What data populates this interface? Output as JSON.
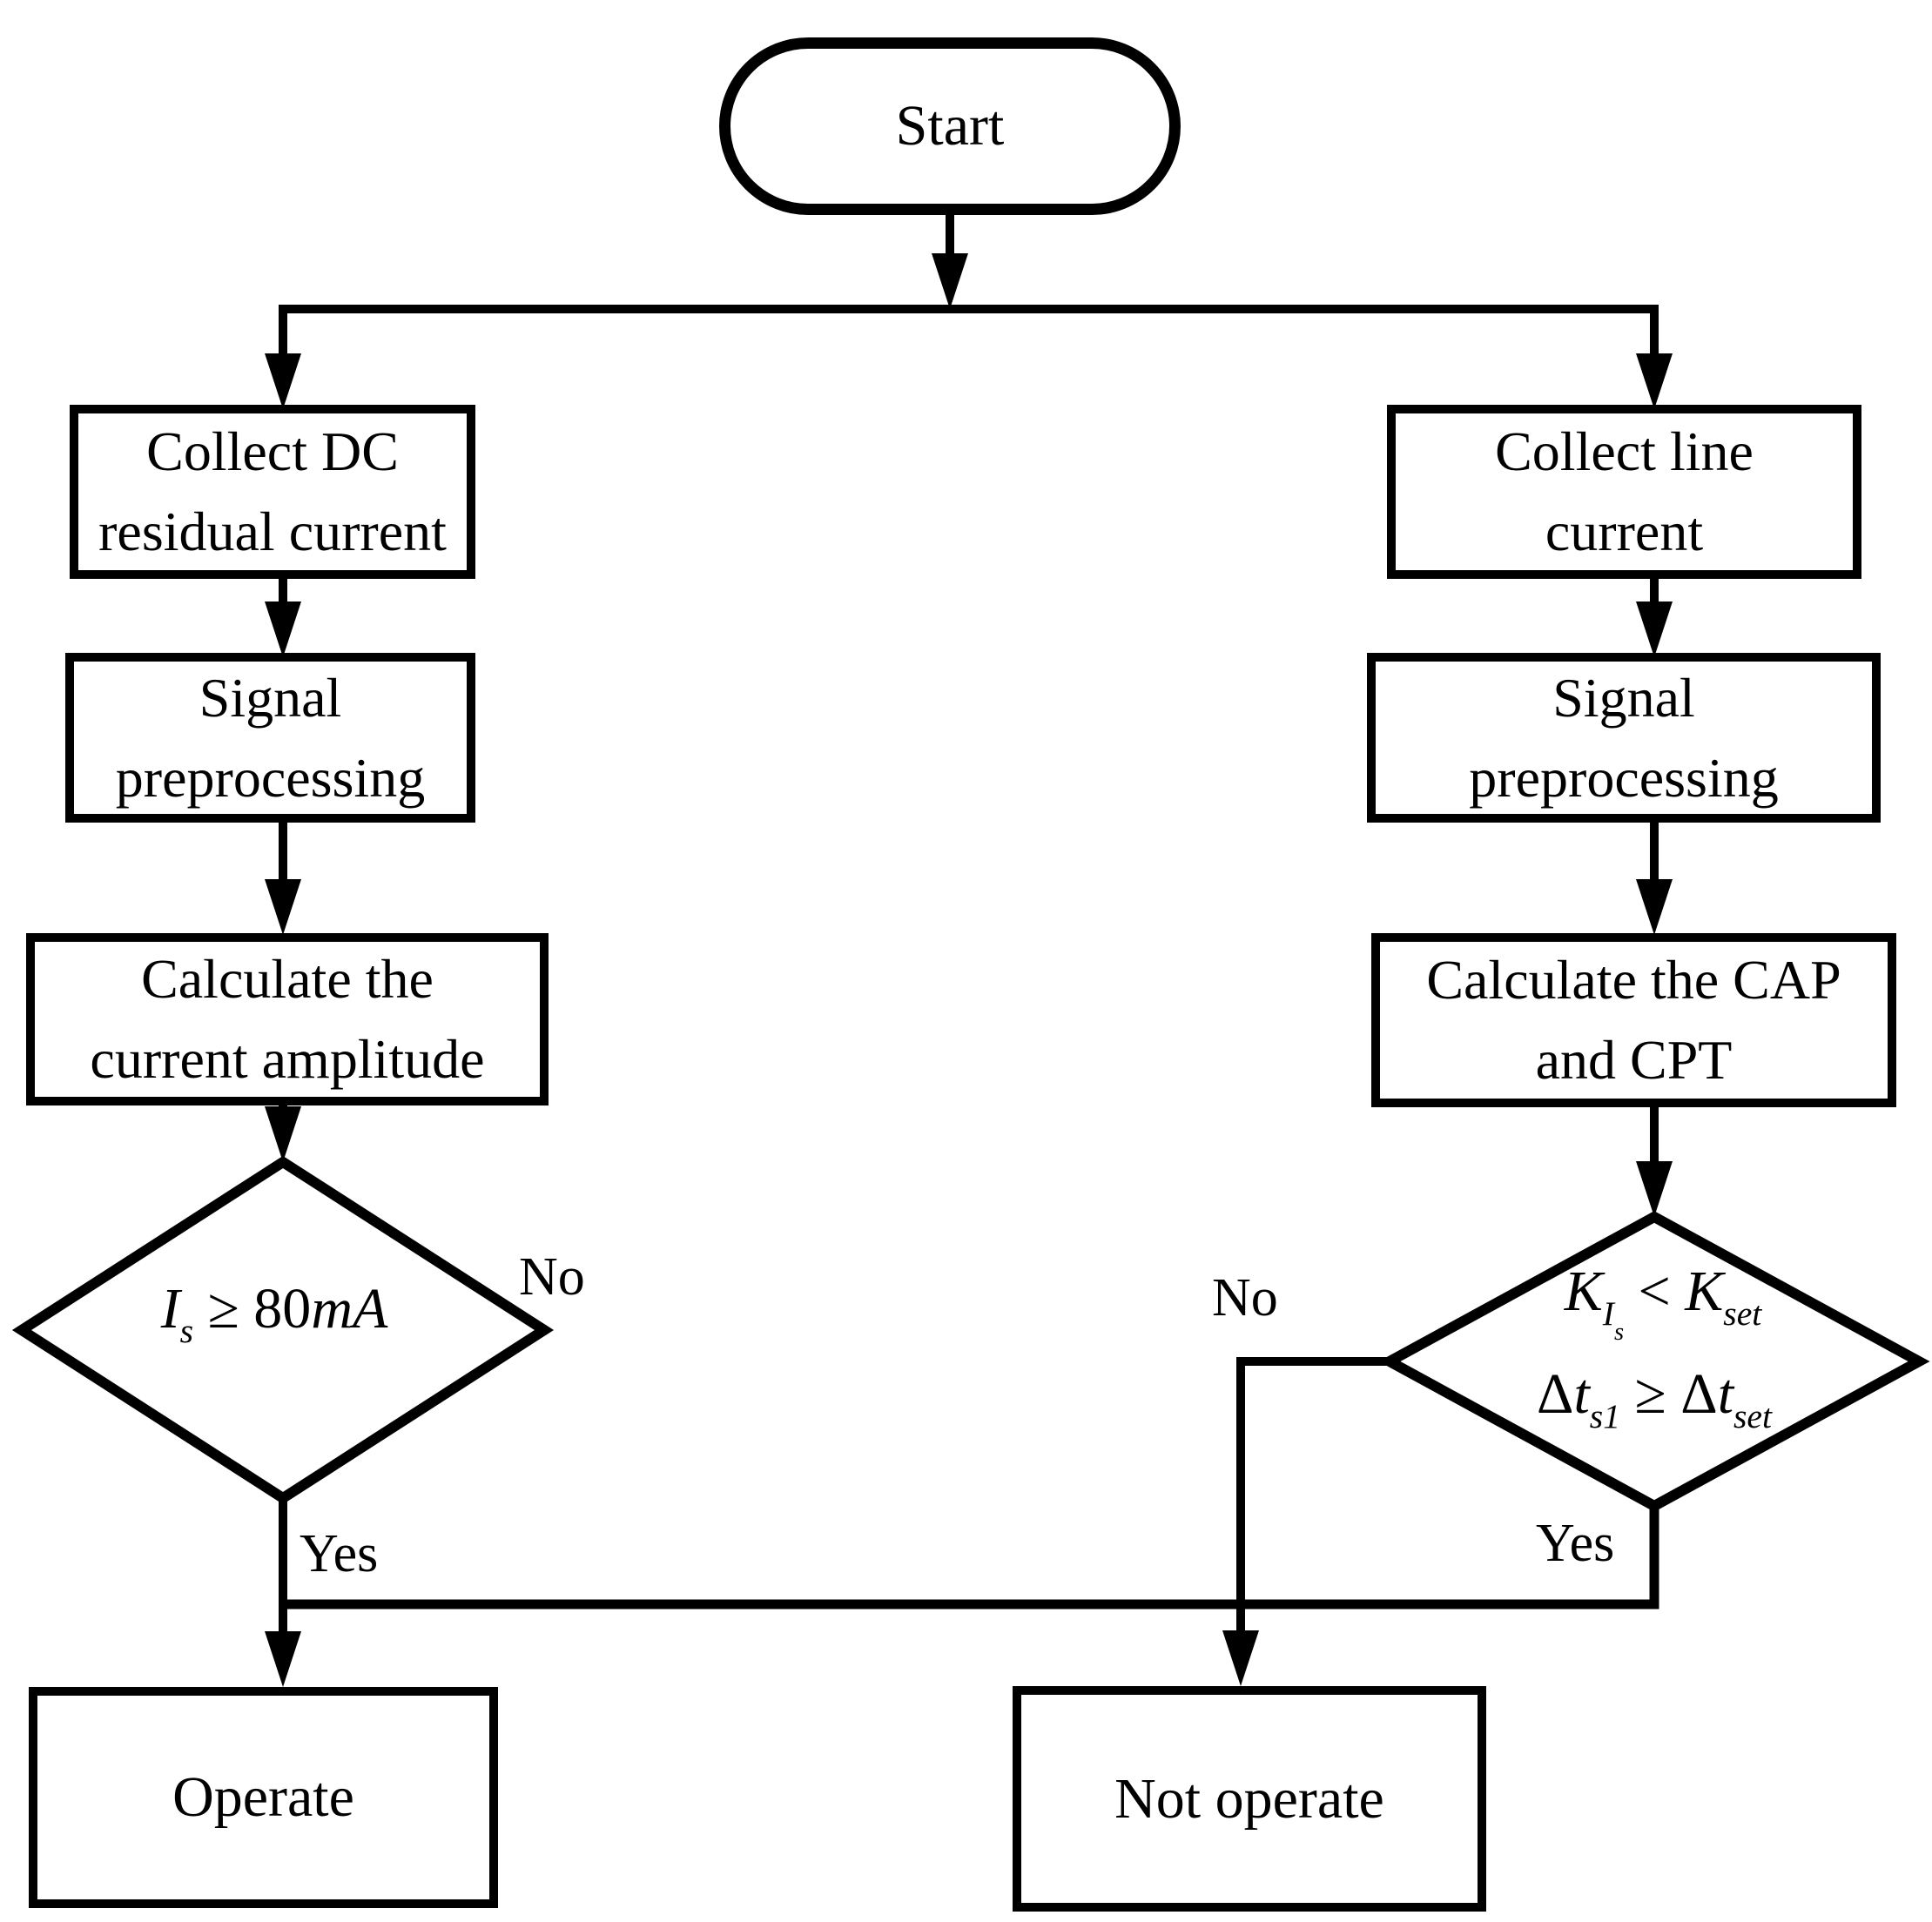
{
  "colors": {
    "ink": "#000000",
    "background": "#ffffff"
  },
  "nodes": {
    "start": {
      "label": "Start",
      "type": "terminator"
    },
    "collect_dc": {
      "line1": "Collect DC",
      "line2": "residual current",
      "type": "process"
    },
    "signal_prep_left": {
      "line1": "Signal",
      "line2": "preprocessing",
      "type": "process"
    },
    "calc_amplitude": {
      "line1": "Calculate the",
      "line2": "current amplitude",
      "type": "process"
    },
    "collect_line": {
      "line1": "Collect line",
      "line2": "current",
      "type": "process"
    },
    "signal_prep_right": {
      "line1": "Signal",
      "line2": "preprocessing",
      "type": "process"
    },
    "calc_cap_cpt": {
      "line1": "Calculate the CAP",
      "line2": "and CPT",
      "type": "process"
    },
    "operate": {
      "label": "Operate",
      "type": "process"
    },
    "not_operate": {
      "label": "Not operate",
      "type": "process"
    }
  },
  "decisions": {
    "left": {
      "base": "I",
      "base_sub": "s",
      "operator": " ≥ 80",
      "unit": "mA"
    },
    "right_line1": {
      "k1": "K",
      "k1_sub_main": "I",
      "k1_sub_sub": "s",
      "operator": " < ",
      "k2": "K",
      "k2_sub": "set"
    },
    "right_line2": {
      "delta1": "Δ",
      "t1": "t",
      "sub1": "s1",
      "operator": " ≥ ",
      "delta2": "Δ",
      "t2": "t",
      "sub2": "set"
    }
  },
  "edge_labels": {
    "left_no": "No",
    "left_yes": "Yes",
    "right_no": "No",
    "right_yes": "Yes"
  }
}
